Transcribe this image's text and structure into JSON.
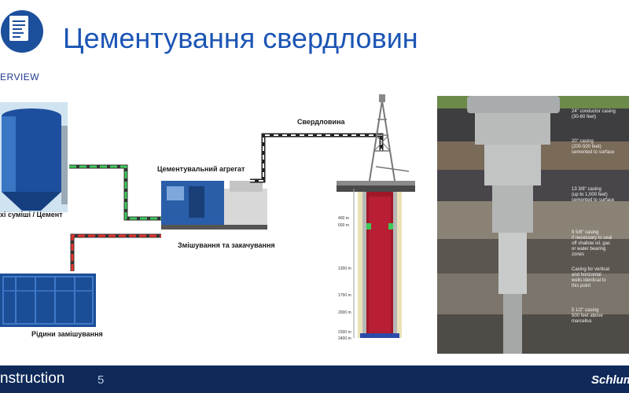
{
  "header": {
    "title": "Цементування свердловин",
    "overview_label": "ERVIEW"
  },
  "diagram": {
    "label_cement": "хі суміші / Цемент",
    "label_fluids": "Рідини замішування",
    "label_unit": "Цементувальний агрегат",
    "label_mixing": "Змішування та закачування",
    "label_well": "Свердловина",
    "depths": [
      "400 m",
      "600 m",
      "1300 m",
      "1750 m",
      "2000 m",
      "2300 m",
      "2400 m"
    ]
  },
  "casing_photo": {
    "annotations": [
      "24\" conductor casing\n(30-60 feet)",
      "20\" casing\n(200-500 feet)\ncemented to surface",
      "13 3/8\" casing\n(up to 1,000 feet)\ncemented to surface",
      "9 5/8\" casing\nif necessary to seal\noff shallow oil, gas\nor water bearing\nzones",
      "Casing for vertical\nand horizontal\nwells identical to\nthis point",
      "5 1/2\" casing\n500 feet above\nmarcellus"
    ]
  },
  "footer": {
    "left_text": "nstruction",
    "page_number": "5",
    "brand": "Schlum"
  }
}
